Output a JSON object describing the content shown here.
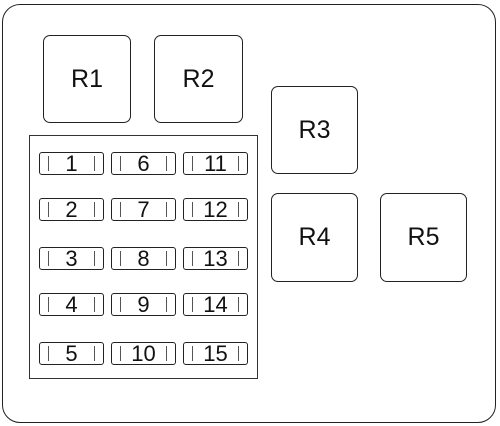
{
  "relays": [
    {
      "id": "r1",
      "label": "R1"
    },
    {
      "id": "r2",
      "label": "R2"
    },
    {
      "id": "r3",
      "label": "R3"
    },
    {
      "id": "r4",
      "label": "R4"
    },
    {
      "id": "r5",
      "label": "R5"
    }
  ],
  "fuses": [
    "1",
    "2",
    "3",
    "4",
    "5",
    "6",
    "7",
    "8",
    "9",
    "10",
    "11",
    "12",
    "13",
    "14",
    "15"
  ]
}
